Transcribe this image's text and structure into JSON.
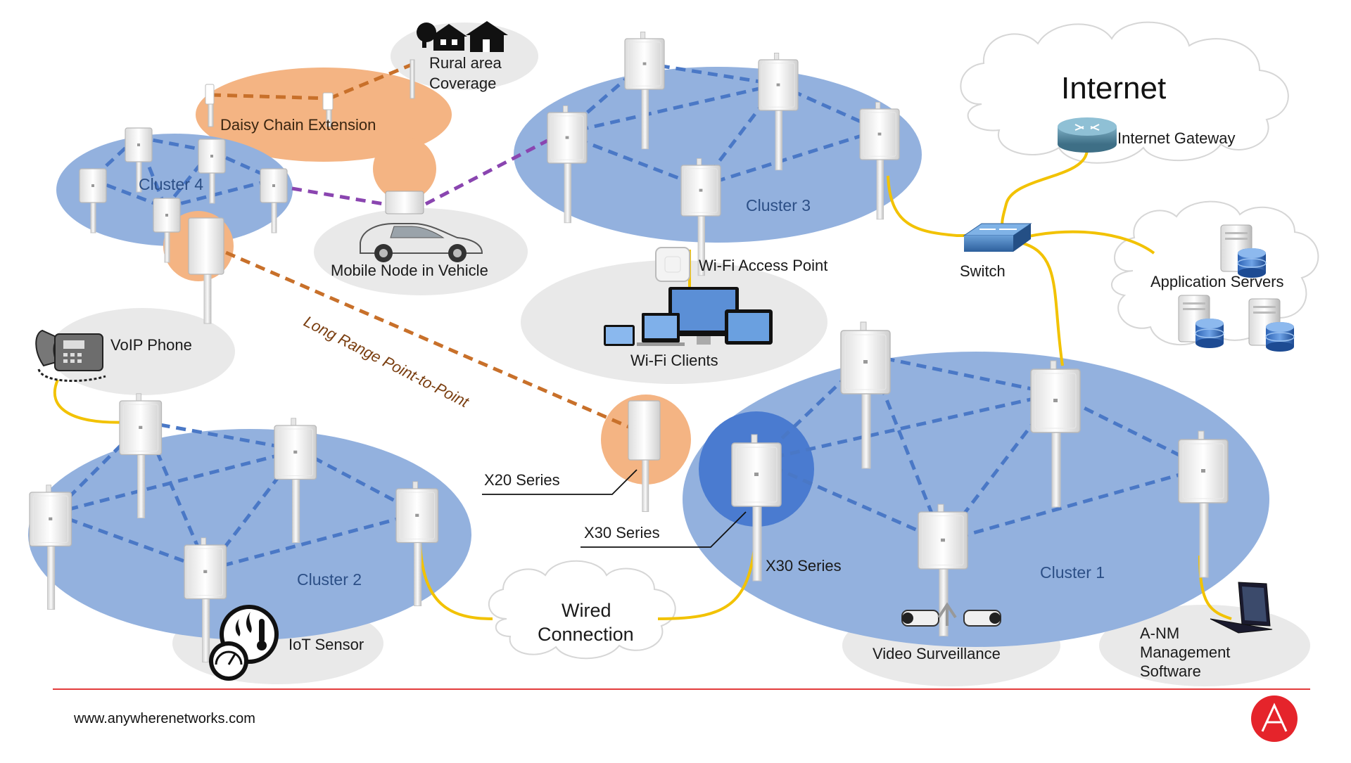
{
  "internet": {
    "title": "Internet",
    "gateway_label": "Internet Gateway"
  },
  "switch_label": "Switch",
  "application_servers_label": "Application Servers",
  "rural": {
    "line1": "Rural area",
    "line2": "Coverage"
  },
  "daisy_chain_label": "Daisy Chain Extension",
  "clusters": {
    "c1": "Cluster 1",
    "c2": "Cluster 2",
    "c3": "Cluster 3",
    "c4": "Cluster 4"
  },
  "mobile_node_label": "Mobile Node in Vehicle",
  "wifi_ap_label": "Wi-Fi Access Point",
  "wifi_clients_label": "Wi-Fi Clients",
  "voip_label": "VoIP Phone",
  "long_range_label": "Long Range Point-to-Point",
  "x20_label": "X20 Series",
  "x30_label_a": "X30 Series",
  "x30_label_b": "X30 Series",
  "wired": {
    "line1": "Wired",
    "line2": "Connection"
  },
  "iot_label": "IoT Sensor",
  "video_label": "Video Surveillance",
  "anm": {
    "line1": "A-NM",
    "line2": "Management",
    "line3": "Software"
  },
  "footer_url": "www.anywherenetworks.com",
  "colors": {
    "cluster_blue": "#93b1de",
    "link_blue": "#4a78c6",
    "orange_fill": "#f4b483",
    "orange_link": "#c8702a",
    "purple_link": "#8a45b0",
    "wire_yellow": "#f2c200",
    "grey_ellipse": "#e9e9e9",
    "footer_line": "#e23c3c",
    "logo_red": "#e5242b"
  }
}
